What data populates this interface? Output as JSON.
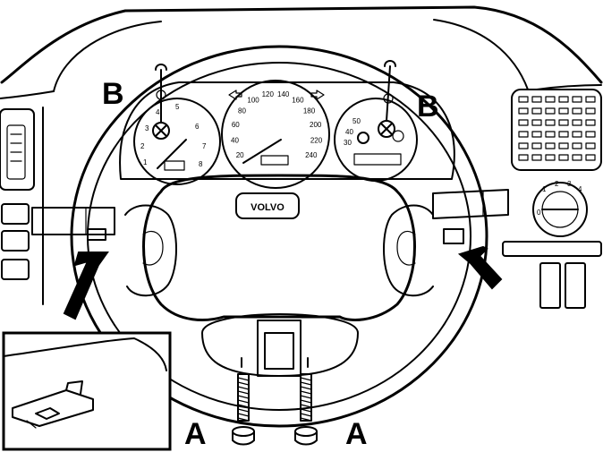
{
  "callouts": {
    "a_left": "A",
    "a_right": "A",
    "b_left": "B",
    "b_right": "B"
  },
  "badge": {
    "text": "VOLVO"
  },
  "gauges": {
    "tachometer": [
      "1",
      "2",
      "3",
      "4",
      "5",
      "6",
      "7",
      "8"
    ],
    "speedometer": [
      "20",
      "40",
      "60",
      "80",
      "100",
      "120",
      "140",
      "160",
      "180",
      "200",
      "220",
      "240"
    ],
    "right_gauge": [
      "30",
      "40",
      "50"
    ]
  },
  "hvac_dial": [
    "0",
    "1",
    "2",
    "3",
    "4"
  ],
  "colors": {
    "line": "#000000",
    "background": "#ffffff"
  }
}
